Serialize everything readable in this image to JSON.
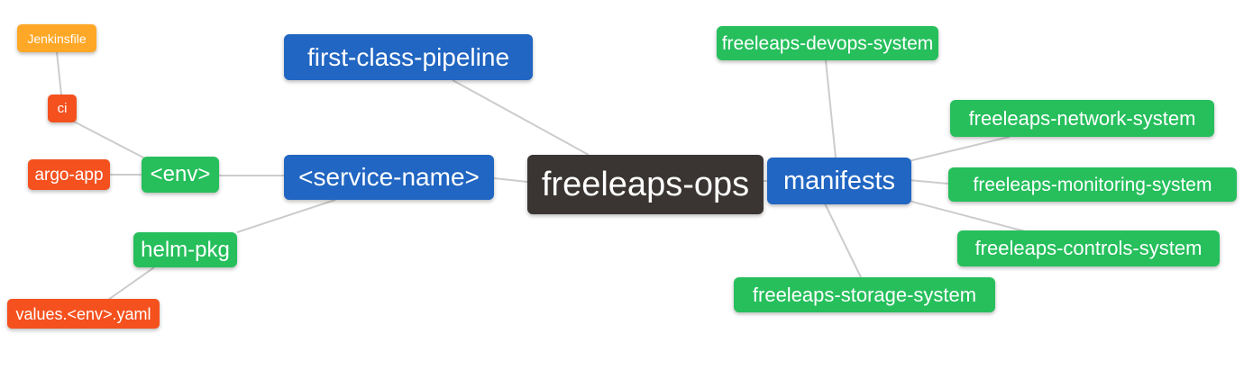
{
  "diagram": {
    "type": "mindmap",
    "root_label": "freeleaps-ops",
    "palette": {
      "root": "#3A3532",
      "branch": "#2166C2",
      "leaf": "#26BF5C",
      "file": "#FFA726",
      "resource": "#F4511E",
      "edge": "#CCCCCC"
    },
    "nodes": [
      {
        "id": "jenkinsfile",
        "label": "Jenkinsfile",
        "role": "file"
      },
      {
        "id": "ci",
        "label": "ci",
        "role": "resource"
      },
      {
        "id": "argo-app",
        "label": "argo-app",
        "role": "resource"
      },
      {
        "id": "env",
        "label": "<env>",
        "role": "leaf"
      },
      {
        "id": "helm-pkg",
        "label": "helm-pkg",
        "role": "leaf"
      },
      {
        "id": "values-env-yaml",
        "label": "values.<env>.yaml",
        "role": "resource"
      },
      {
        "id": "first-class-pipeline",
        "label": "first-class-pipeline",
        "role": "branch"
      },
      {
        "id": "service-name",
        "label": "<service-name>",
        "role": "branch"
      },
      {
        "id": "freeleaps-ops",
        "label": "freeleaps-ops",
        "role": "root"
      },
      {
        "id": "manifests",
        "label": "manifests",
        "role": "branch"
      },
      {
        "id": "devops-system",
        "label": "freeleaps-devops-system",
        "role": "leaf"
      },
      {
        "id": "network-system",
        "label": "freeleaps-network-system",
        "role": "leaf"
      },
      {
        "id": "monitoring-system",
        "label": "freeleaps-monitoring-system",
        "role": "leaf"
      },
      {
        "id": "controls-system",
        "label": "freeleaps-controls-system",
        "role": "leaf"
      },
      {
        "id": "storage-system",
        "label": "freeleaps-storage-system",
        "role": "leaf"
      }
    ],
    "edges": [
      {
        "from": "jenkinsfile",
        "to": "ci"
      },
      {
        "from": "ci",
        "to": "env"
      },
      {
        "from": "argo-app",
        "to": "env"
      },
      {
        "from": "env",
        "to": "service-name"
      },
      {
        "from": "helm-pkg",
        "to": "service-name"
      },
      {
        "from": "values-env-yaml",
        "to": "helm-pkg"
      },
      {
        "from": "service-name",
        "to": "freeleaps-ops"
      },
      {
        "from": "first-class-pipeline",
        "to": "freeleaps-ops"
      },
      {
        "from": "freeleaps-ops",
        "to": "manifests"
      },
      {
        "from": "manifests",
        "to": "devops-system"
      },
      {
        "from": "manifests",
        "to": "network-system"
      },
      {
        "from": "manifests",
        "to": "monitoring-system"
      },
      {
        "from": "manifests",
        "to": "controls-system"
      },
      {
        "from": "manifests",
        "to": "storage-system"
      }
    ]
  }
}
